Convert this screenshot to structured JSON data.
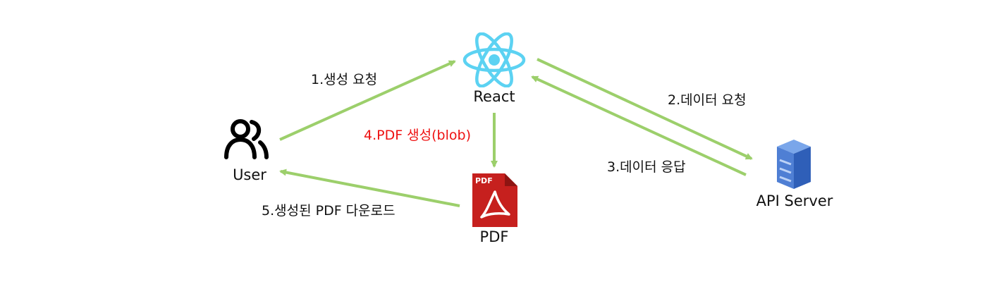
{
  "nodes": {
    "user": {
      "label": "User"
    },
    "react": {
      "label": "React"
    },
    "pdf": {
      "label": "PDF",
      "badge": "PDF"
    },
    "api": {
      "label": "API Server"
    }
  },
  "edges": [
    {
      "id": "e1",
      "label": "1.생성 요청"
    },
    {
      "id": "e2",
      "label": "2.데이터 요청"
    },
    {
      "id": "e3",
      "label": "3.데이터 응답"
    },
    {
      "id": "e4",
      "label": "4.PDF 생성(blob)"
    },
    {
      "id": "e5",
      "label": "5.생성된 PDF 다운로드"
    }
  ],
  "colors": {
    "arrow": "#9ccf6b",
    "react": "#5cd2f2",
    "pdf": "#c6201e",
    "server": "#4f7fd4",
    "highlight": "#ee1111",
    "text": "#111111"
  }
}
